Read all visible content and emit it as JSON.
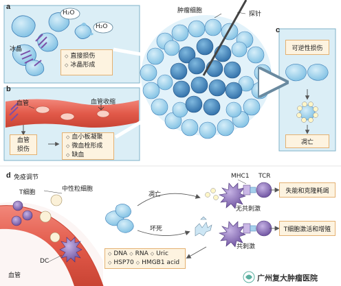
{
  "panel_a": {
    "letter": "a",
    "h2o_1": "H₂O",
    "h2o_2": "H₂O",
    "ice_label": "冰晶",
    "items": [
      "直接损伤",
      "冰晶形成"
    ]
  },
  "tumor": {
    "cells_label": "肿瘤细胞",
    "probe_label": "探针"
  },
  "panel_b": {
    "letter": "b",
    "vessel_label": "血管",
    "constriction_label": "血管收缩",
    "damage_label_1": "血管",
    "damage_label_2": "损伤",
    "items": [
      "血小板凝聚",
      "微血栓形成",
      "缺血"
    ]
  },
  "panel_c": {
    "letter": "c",
    "reversible": "可逆性损伤",
    "apoptosis": "凋亡"
  },
  "panel_d": {
    "letter": "d",
    "immune_reg": "免疫调节",
    "t_cell": "T细胞",
    "neutrophil": "中性粒细胞",
    "dc": "DC",
    "vessel": "血管",
    "apoptosis": "凋亡",
    "necrosis": "坏死",
    "mhc1": "MHC1",
    "tcr": "TCR",
    "no_costim": "无共刺激",
    "costim": "共刺激",
    "anergy": "失能和克隆耗竭",
    "activation": "T细胞激活和增殖",
    "damps": [
      "DNA",
      "RNA",
      "Uric",
      "HSP70",
      "HMGB1 acid"
    ]
  },
  "watermark": "广州复大肿瘤医院",
  "colors": {
    "panel_bg": "#dbeef6",
    "box_bg": "#fdf3e0",
    "box_border": "#e4b070",
    "vessel_red": "#e25a4a",
    "cell_blue": "#8cc6e6",
    "cell_dark": "#3f7fb6",
    "purple": "#8a6fb8"
  }
}
